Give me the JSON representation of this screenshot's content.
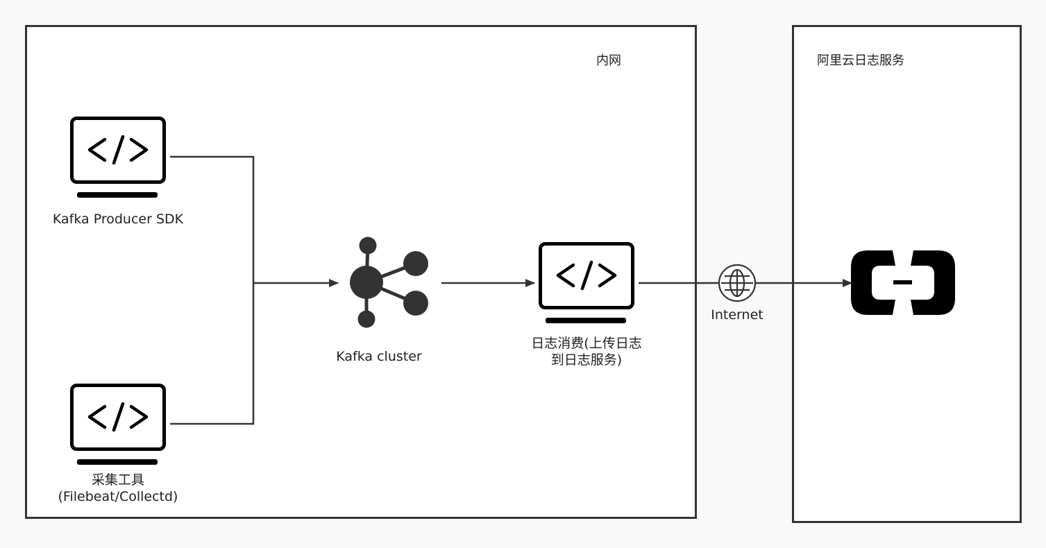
{
  "zones": {
    "intranet": {
      "title": "内网"
    },
    "cloud": {
      "title": "阿里云日志服务"
    }
  },
  "nodes": {
    "producer": {
      "label": "Kafka Producer SDK",
      "icon": "code-monitor-icon"
    },
    "collector": {
      "label_line1": "采集工具",
      "label_line2": "(Filebeat/Collectd)",
      "icon": "code-monitor-icon"
    },
    "kafka": {
      "label": "Kafka cluster",
      "icon": "kafka-cluster-icon"
    },
    "consumer": {
      "label_line1": "日志消费(上传日志",
      "label_line2": "到日志服务)",
      "icon": "code-monitor-icon"
    },
    "internet": {
      "label": "Internet",
      "icon": "globe-icon"
    },
    "aliyun": {
      "icon": "aliyun-logo-icon"
    }
  },
  "colors": {
    "stroke": "#333333",
    "icon": "#000000",
    "background": "#f9f9f9",
    "zone_fill": "#ffffff"
  }
}
